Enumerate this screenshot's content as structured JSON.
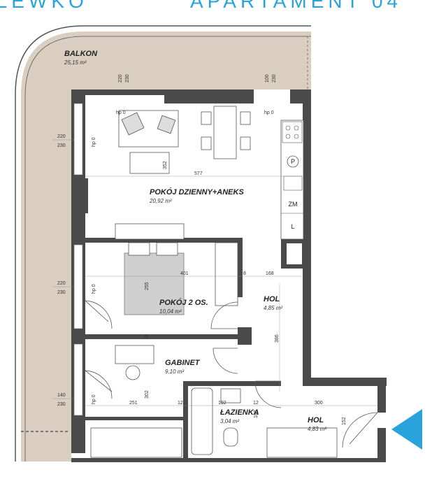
{
  "header": {
    "left": "KLEWKO",
    "right": "APARTAMENT 04"
  },
  "rooms": {
    "balkon": {
      "label": "BALKON",
      "area": "25,15 m²"
    },
    "pokoj_dzienny": {
      "label": "POKÓJ DZIENNY+ANEKS",
      "area": "20,92 m²"
    },
    "pokoj_2": {
      "label": "POKÓJ 2 OS.",
      "area": "10,04 m²"
    },
    "hol_1": {
      "label": "HOL",
      "area": "4,85 m²"
    },
    "gabinet": {
      "label": "GABINET",
      "area": "9,10 m²"
    },
    "lazienka": {
      "label": "ŁAZIENKA",
      "area": "3,04 m²"
    },
    "hol_2": {
      "label": "HOL",
      "area": "4,83 m²"
    }
  },
  "fixtures": {
    "p": "P",
    "zm": "ZM",
    "l": "L"
  },
  "window_heights": {
    "w1": "220",
    "w1b": "230",
    "w2": "220",
    "w2b": "230",
    "w3": "140",
    "w3b": "230",
    "top1": "220",
    "top1b": "230",
    "top2": "100",
    "top2b": "230"
  },
  "hp": {
    "a": "hp 0",
    "b": "hp 0",
    "c": "hp 0",
    "d": "hp 0",
    "e": "hp 0"
  },
  "dimensions": {
    "d577": "577",
    "d352": "352",
    "d401": "401",
    "d8a": "8",
    "d168": "168",
    "d255": "255",
    "d8b": "8",
    "d386": "386",
    "d251": "251",
    "d12a": "12",
    "d302": "302",
    "d192": "192",
    "d12b": "12",
    "d300": "300",
    "d187": "187",
    "d152": "152"
  },
  "colors": {
    "accent": "#2aa3dd",
    "wall": "#4a4a4a",
    "balcony": "#d9cebf",
    "bed": "#cfcfcf"
  },
  "entrance": {
    "icon": "entrance-arrow-icon"
  }
}
